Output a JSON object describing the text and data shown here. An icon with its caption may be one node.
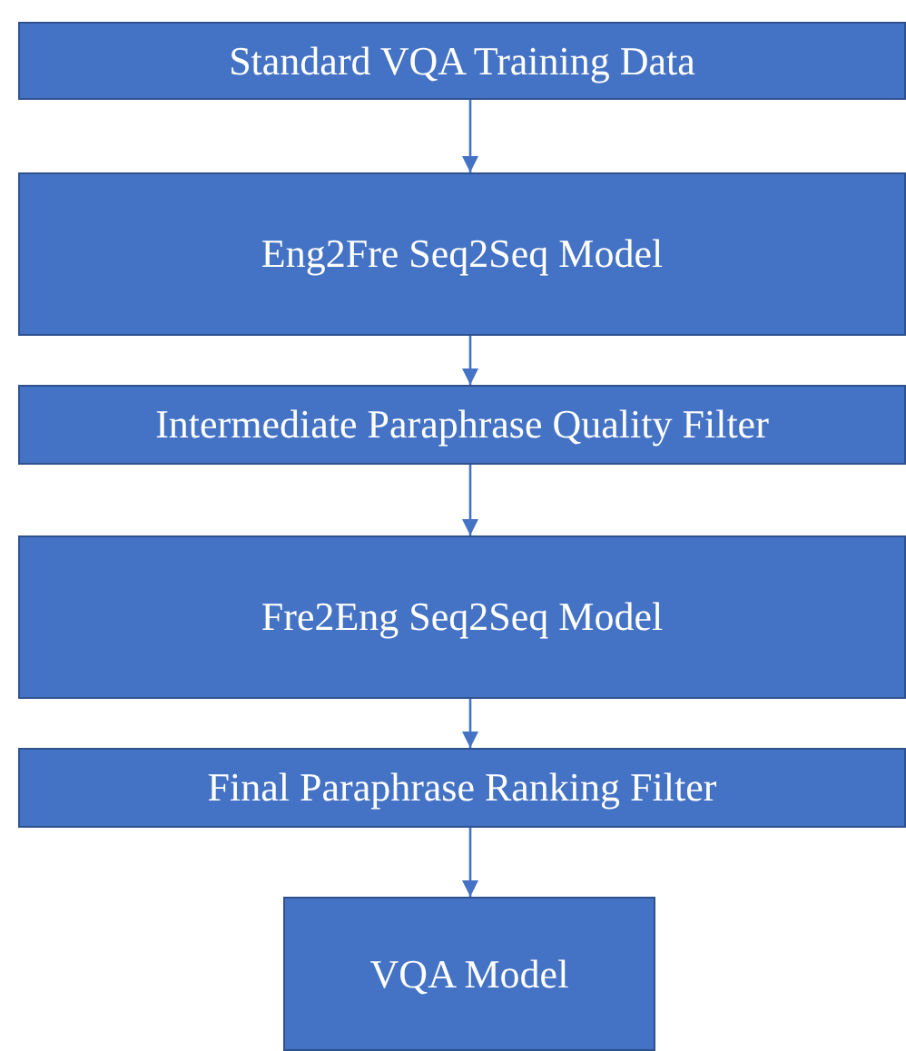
{
  "diagram": {
    "nodes": [
      {
        "text": [
          "Standard VQA Training Data"
        ]
      },
      {
        "text": [
          "Eng2Fre Seq2Seq Model"
        ]
      },
      {
        "text": [
          "Intermediate Paraphrase Quality Filter"
        ]
      },
      {
        "text": [
          "Fre2Eng Seq2Seq Model"
        ]
      },
      {
        "text": [
          "Final Paraphrase Ranking Filter"
        ]
      },
      {
        "text": [
          "VQA Model"
        ]
      }
    ],
    "edges": [
      {
        "from": 0,
        "to": 1,
        "arrow": "to"
      },
      {
        "from": 1,
        "to": 2,
        "arrow": "to"
      },
      {
        "from": 2,
        "to": 3,
        "arrow": "to"
      },
      {
        "from": 3,
        "to": 4,
        "arrow": "to"
      },
      {
        "from": 4,
        "to": 5,
        "arrow": "to"
      }
    ]
  }
}
